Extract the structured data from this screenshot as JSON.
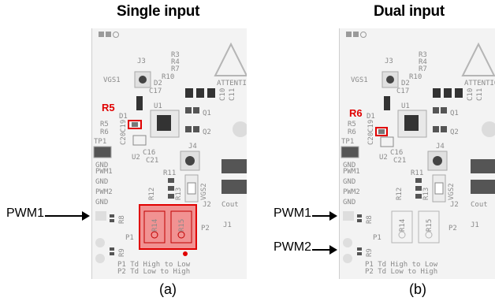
{
  "panels": [
    {
      "title": "Single input",
      "highlight_label": "R5",
      "caption": "(a)",
      "arrow_labels": [
        "PWM1"
      ]
    },
    {
      "title": "Dual input",
      "highlight_label": "R6",
      "caption": "(b)",
      "arrow_labels": [
        "PWM1",
        "PWM2"
      ]
    }
  ],
  "silkscreen": {
    "j3": "J3",
    "r3": "R3",
    "r4": "R4",
    "r7": "R7",
    "r10": "R10",
    "vgs1": "VGS1",
    "d2": "D2",
    "c17": "C17",
    "u1": "U1",
    "d1": "D1",
    "r5": "R5",
    "r6": "R6",
    "c19": "C19",
    "c20": "C20",
    "q1": "Q1",
    "q2": "Q2",
    "tp1": "TP1",
    "u2": "U2",
    "c16": "C16",
    "c21": "C21",
    "j4": "J4",
    "vgs2": "VGS2",
    "gnd": "GND",
    "pwm1": "PWM1",
    "pwm2": "PWM2",
    "r11": "R11",
    "r12": "R12",
    "r13": "R13",
    "r14": "R14",
    "r15": "R15",
    "r8": "R8",
    "r9": "R9",
    "p1": "P1",
    "p2": "P2",
    "j2": "J2",
    "c10": "C10",
    "c11": "C11",
    "cout": "Cout",
    "note1": "P1 Td High to Low",
    "note2": "P2 Td Low to High",
    "attention": "ATTENTION"
  },
  "colors": {
    "highlight": "#e00000",
    "highlight_fill": "#f08080",
    "silk": "#8a8a8a"
  }
}
